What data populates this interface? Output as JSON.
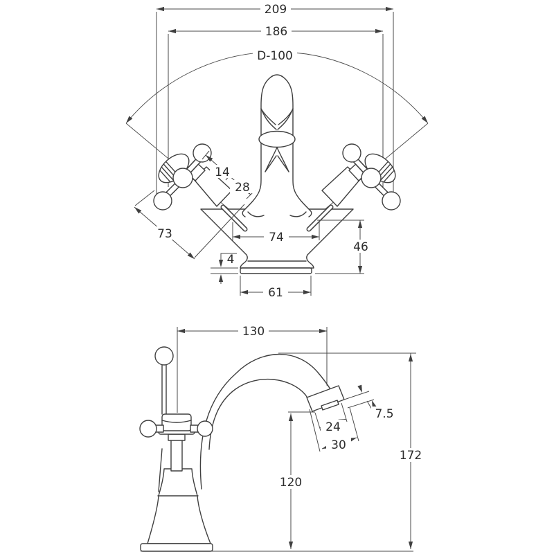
{
  "drawing": {
    "title": "Basin mixer tap dimensional technical drawing",
    "line_color": "#3f3f3f",
    "text_color": "#2d2d2d",
    "background": "#ffffff"
  },
  "dims": {
    "overall_width": "209",
    "handle_centres": "186",
    "swivel_diameter": "D-100",
    "stem_width": "14",
    "valve_width": "28",
    "handle_length": "73",
    "inlet_centres": "74",
    "body_height": "46",
    "base_plate_thickness": "4",
    "base_diameter": "61",
    "spout_reach": "130",
    "aerator_depth": "7.5",
    "aerator_width": "24",
    "spout_end_width": "30",
    "spout_outlet_height": "120",
    "overall_height": "172"
  }
}
